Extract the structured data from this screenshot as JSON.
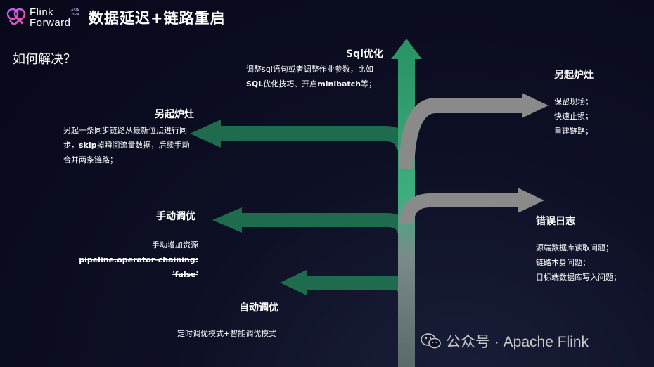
{
  "header": {
    "logo_line1": "Flink",
    "logo_line2": "Forward",
    "logo_tag_1": "ASIA",
    "logo_tag_2": "2024",
    "title": "数据延迟+链路重启"
  },
  "question": "如何解决？",
  "branches": {
    "sql": {
      "title": "Sql优化",
      "line1": "调整sql语句或者调整作业参数，比如",
      "line2_bold": "SQL",
      "line2_mid": "优化技巧、开启",
      "line2_bold2": "minibatch",
      "line2_end": "等；"
    },
    "left_rebuild": {
      "title": "另起炉灶",
      "line1": "另起一条同步链路从最新位点进行同",
      "line2_pre": "步，",
      "line2_bold": "skip",
      "line2_post": "掉瞬间流量数据，后续手动",
      "line3": "合并两条链路；"
    },
    "manual": {
      "title": "手动调优",
      "line1": "手动增加资源",
      "line2": "pipeline.operator-chaining:",
      "line3": "'false'"
    },
    "auto": {
      "title": "自动调优",
      "line1": "定时调优模式+智能调优模式"
    },
    "right_rebuild": {
      "title": "另起炉灶",
      "items": [
        "保留现场；",
        "快速止损；",
        "重建链路；"
      ]
    },
    "error_log": {
      "title": "错误日志",
      "items": [
        "源端数据库读取问题；",
        "链路本身问题；",
        "目标端数据库写入问题；"
      ]
    }
  },
  "watermark": "公众号 · Apache Flink",
  "colors": {
    "background": "#07081a",
    "green": "#2ea36f",
    "gray": "#8a8a8a"
  }
}
